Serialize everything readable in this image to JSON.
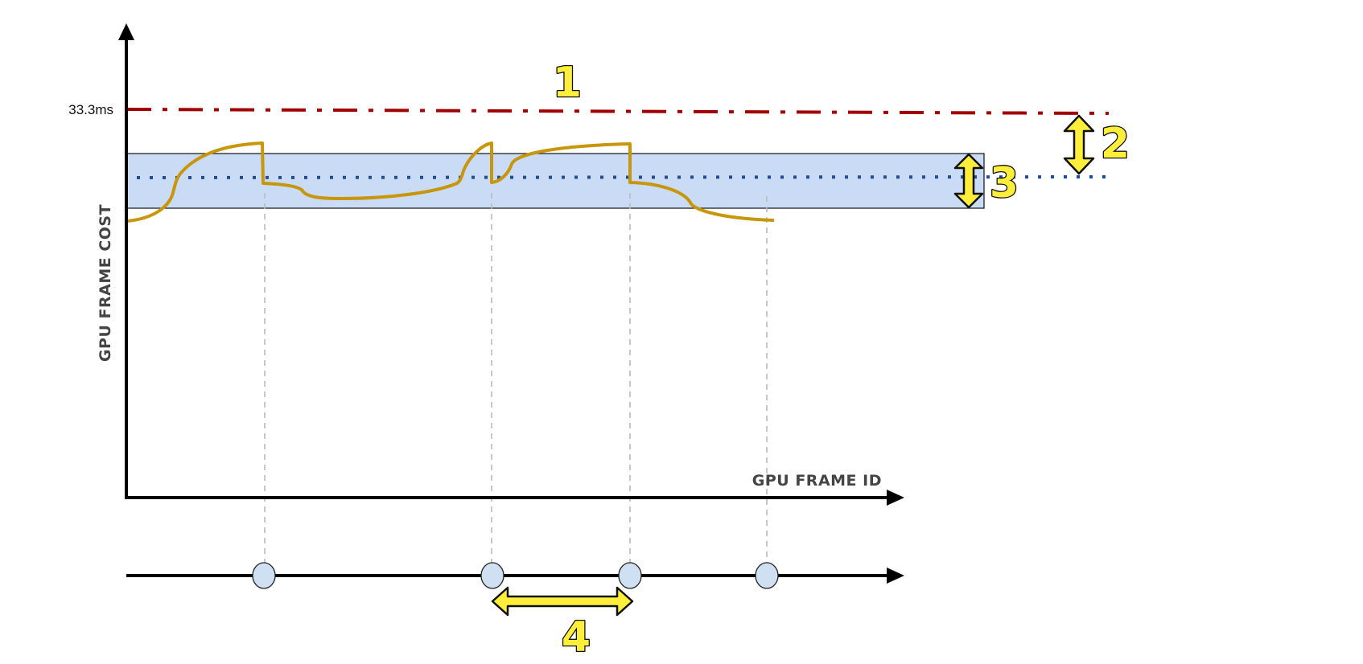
{
  "diagram": {
    "y_axis_label": "GPU FRAME COST",
    "x_axis_label": "GPU FRAME ID",
    "threshold_label": "33.3ms",
    "callouts": {
      "c1": "1",
      "c2": "2",
      "c3": "3",
      "c4": "4"
    },
    "colors": {
      "threshold_line": "#a00000",
      "average_line": "#1f4e96",
      "band_fill": "#c9dbf5",
      "cost_curve": "#c8960a",
      "timeline_marker": "#cfe0f3",
      "callout_fill": "#ffee3a",
      "gridline": "#bbbbbb"
    },
    "elements": [
      {
        "id": "threshold-line",
        "description": "33.3ms frame budget line (dash-dot red)"
      },
      {
        "id": "average-line",
        "description": "average frame cost (dotted blue)"
      },
      {
        "id": "variance-band",
        "description": "frame cost variance band (light blue)"
      },
      {
        "id": "cost-curve",
        "description": "GPU frame cost over time (gold)"
      },
      {
        "id": "frame-timeline",
        "description": "frame present timeline with 4 markers"
      }
    ]
  }
}
